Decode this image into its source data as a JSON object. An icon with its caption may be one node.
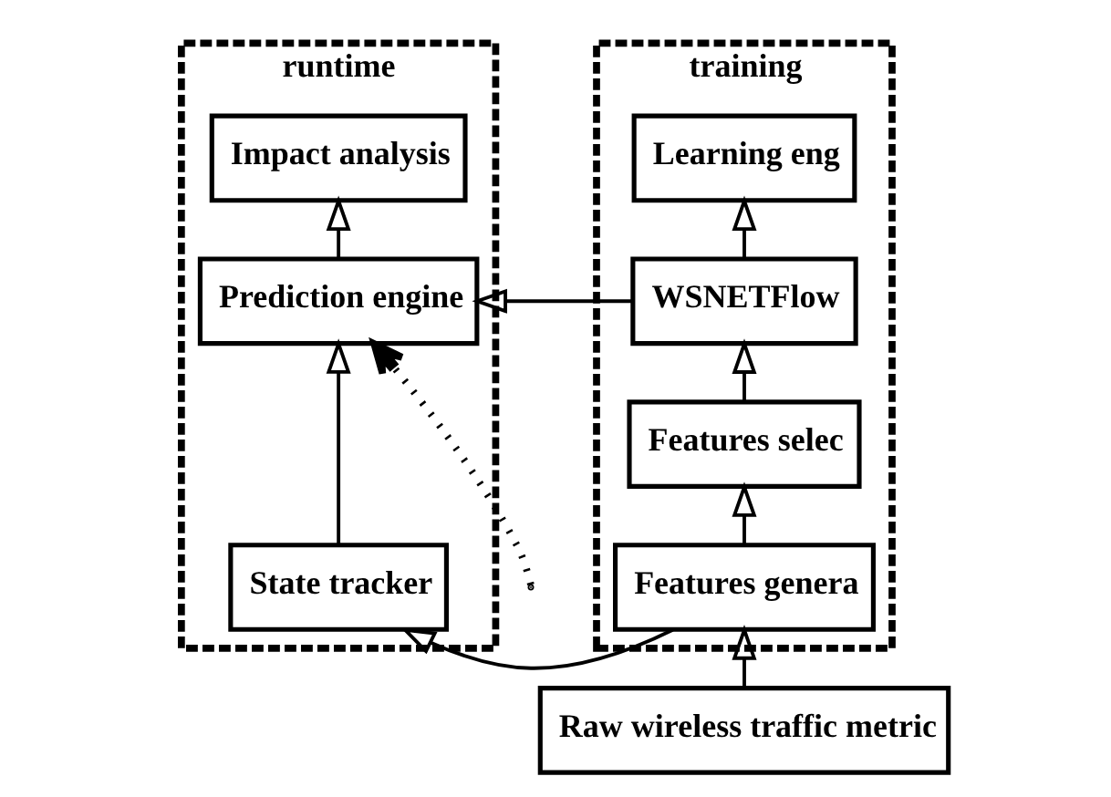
{
  "diagram": {
    "nodes": [
      {
        "text": [
          "runtime"
        ]
      },
      {
        "text": [
          "Impact analysis"
        ],
        "in": 0
      },
      {
        "text": [
          "Prediction engine"
        ],
        "in": 0
      },
      {
        "text": [
          "State tracker"
        ],
        "in": 0
      },
      {
        "text": [
          "training"
        ]
      },
      {
        "text": [
          "Learning eng"
        ],
        "in": 4
      },
      {
        "text": [
          "WSNETFlow"
        ],
        "in": 4
      },
      {
        "text": [
          "Features selec"
        ],
        "in": 4
      },
      {
        "text": [
          "Features genera"
        ],
        "in": 4
      },
      {
        "text": [
          "Raw wireless traffic metric"
        ]
      }
    ],
    "edges": [
      {
        "from": 2,
        "to": 1,
        "arrow": "to"
      },
      {
        "from": 3,
        "to": 2,
        "arrow": "to"
      },
      {
        "from": 6,
        "to": 2,
        "arrow": "to"
      },
      {
        "from": 8,
        "to": 3,
        "arrow": "to"
      },
      {
        "from": 8,
        "to": 7,
        "arrow": "to"
      },
      {
        "from": 7,
        "to": 6,
        "arrow": "to"
      },
      {
        "from": 6,
        "to": 5,
        "arrow": "to"
      },
      {
        "from": 9,
        "to": 8,
        "arrow": "to"
      },
      {
        "from": null,
        "to": 2,
        "arrow": "to",
        "style": "dashed"
      }
    ]
  }
}
